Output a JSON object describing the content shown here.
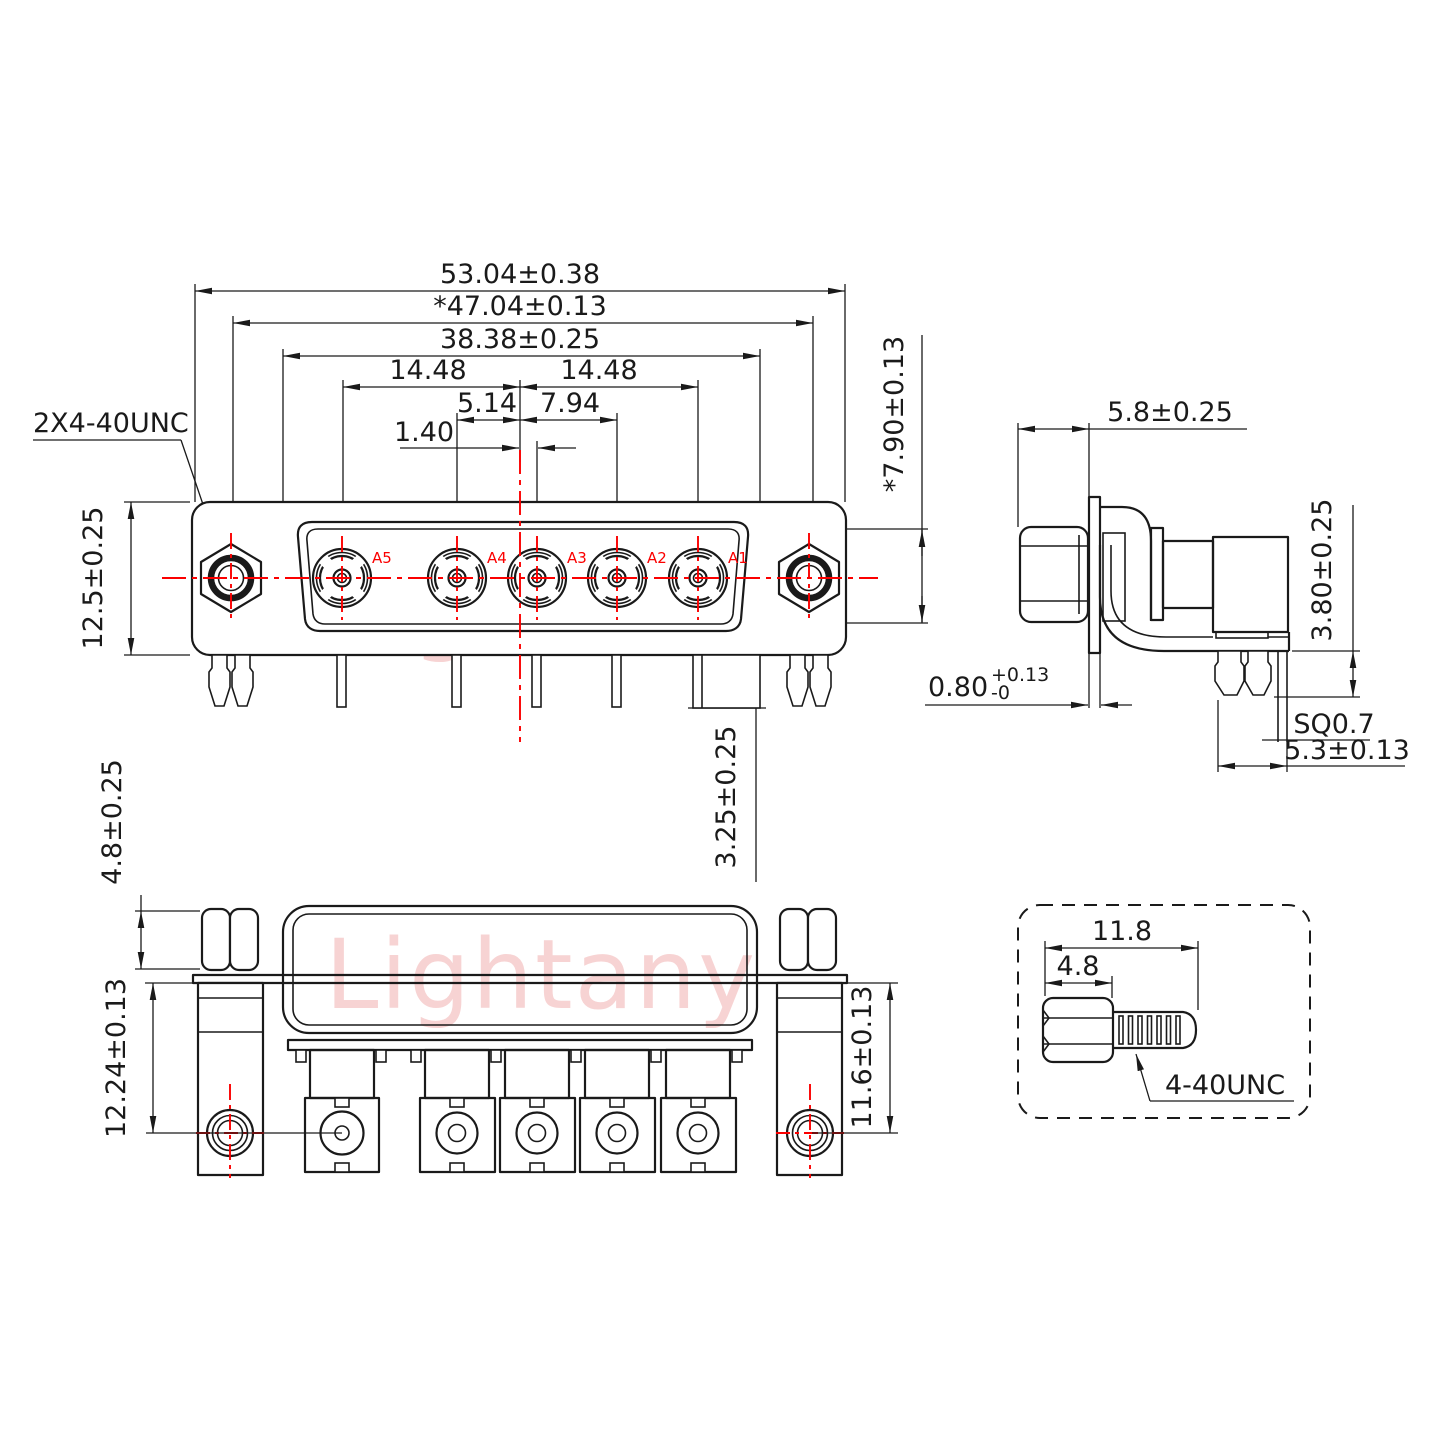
{
  "drawing_type": "connector-engineering-drawing",
  "watermark": {
    "text": "Lightany"
  },
  "front_view": {
    "thread_label": "2X4-40UNC",
    "contacts": [
      "A5",
      "A4",
      "A3",
      "A2",
      "A1"
    ],
    "dims": {
      "overall_width": "53.04±0.38",
      "screw_spacing": "*47.04±0.13",
      "insert_width": "38.38±0.25",
      "half_left": "14.48",
      "half_right": "14.48",
      "offset_a4": "5.14",
      "offset_a2": "7.94",
      "offset_a3": "1.40",
      "shell_height": "12.5±0.25",
      "insert_height": "*7.90±0.13",
      "pin_depth": "3.25±0.25"
    }
  },
  "side_view": {
    "dims": {
      "front_depth": "5.8±0.25",
      "flange_thickness": "0.80",
      "flange_tol_plus": "+0.13",
      "flange_tol_minus": "-0",
      "standoff": "3.80±0.25",
      "pin_square": "SQ0.7",
      "pin_offset": "5.3±0.13"
    }
  },
  "bottom_view": {
    "dims": {
      "nut_height": "4.8±0.25",
      "mount_height_left": "12.24±0.13",
      "mount_height_right": "11.6±0.13"
    }
  },
  "screw_detail": {
    "thread_label": "4-40UNC",
    "dims": {
      "total_length": "11.8",
      "head_length": "4.8"
    }
  }
}
